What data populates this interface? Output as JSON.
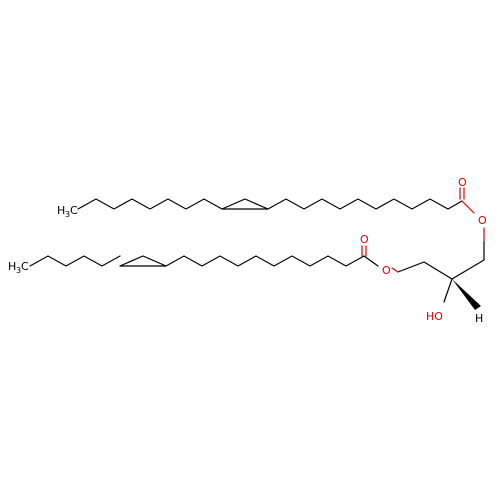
{
  "molecule": {
    "atom_labels": {
      "o_carbonyl_top": "O",
      "o_ester_top": "O",
      "o_carbonyl_bottom": "O",
      "o_ester_bottom": "O",
      "hydroxyl": "HO",
      "stereo_h": "H",
      "methyl_top_main": "H",
      "methyl_top_sub": "3",
      "methyl_top_c": "C",
      "methyl_bottom_main": "H",
      "methyl_bottom_sub": "3",
      "methyl_bottom_c": "C"
    },
    "colors": {
      "carbon": "#000000",
      "oxygen": "#e00000"
    }
  }
}
